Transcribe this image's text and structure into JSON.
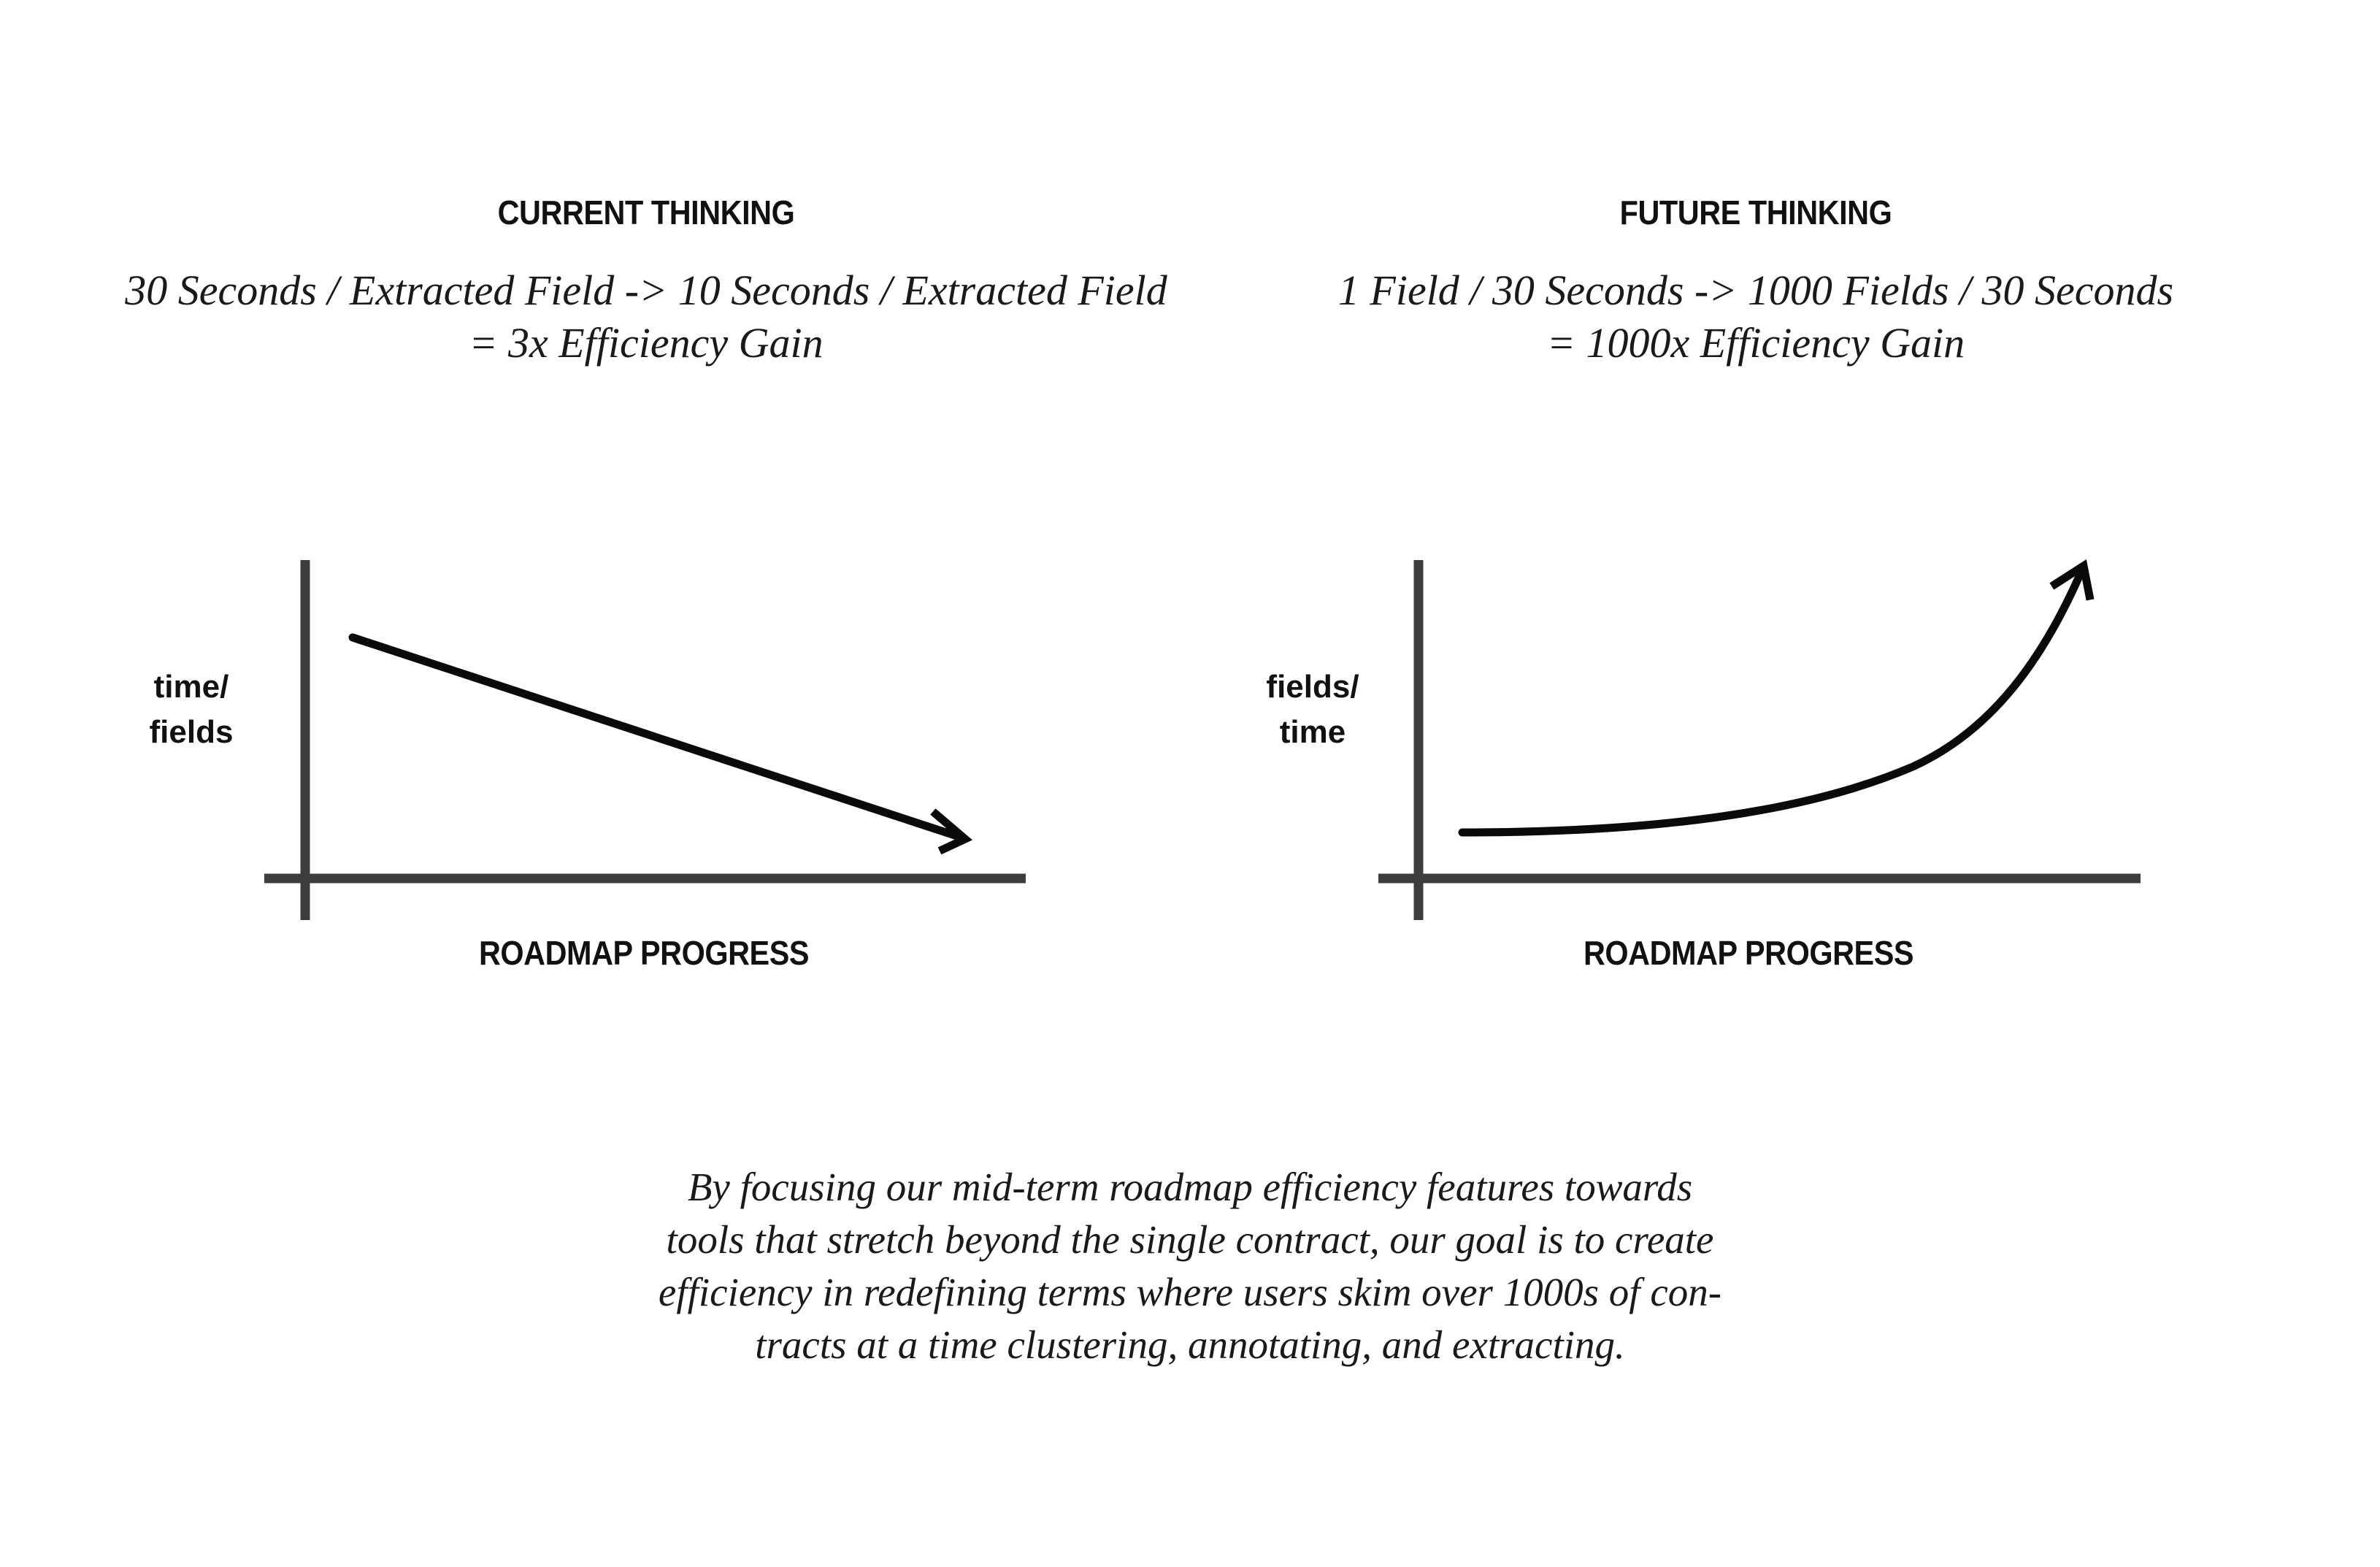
{
  "current": {
    "title": "CURRENT THINKING",
    "formula_line1": "30 Seconds / Extracted Field -> 10 Seconds / Extracted Field",
    "formula_line2": "= 3x Efficiency Gain",
    "y_label_line1": "time/",
    "y_label_line2": "fields",
    "x_label": "ROADMAP PROGRESS",
    "trend": "decreasing linear"
  },
  "future": {
    "title": "FUTURE THINKING",
    "formula_line1": "1 Field / 30 Seconds -> 1000 Fields / 30 Seconds",
    "formula_line2": "= 1000x Efficiency Gain",
    "y_label_line1": "fields/",
    "y_label_line2": "time",
    "x_label": "ROADMAP PROGRESS",
    "trend": "increasing exponential"
  },
  "caption": {
    "line1": "By focusing our mid-term roadmap efficiency features towards",
    "line2": "tools that stretch beyond the single contract, our goal is to create",
    "line3": "efficiency in redefining terms where users skim over 1000s of con-",
    "line4": "tracts at a time clustering, annotating, and extracting."
  },
  "colors": {
    "axis": "#3d3d3d",
    "curve": "#0a0a0a",
    "text": "#111111"
  }
}
